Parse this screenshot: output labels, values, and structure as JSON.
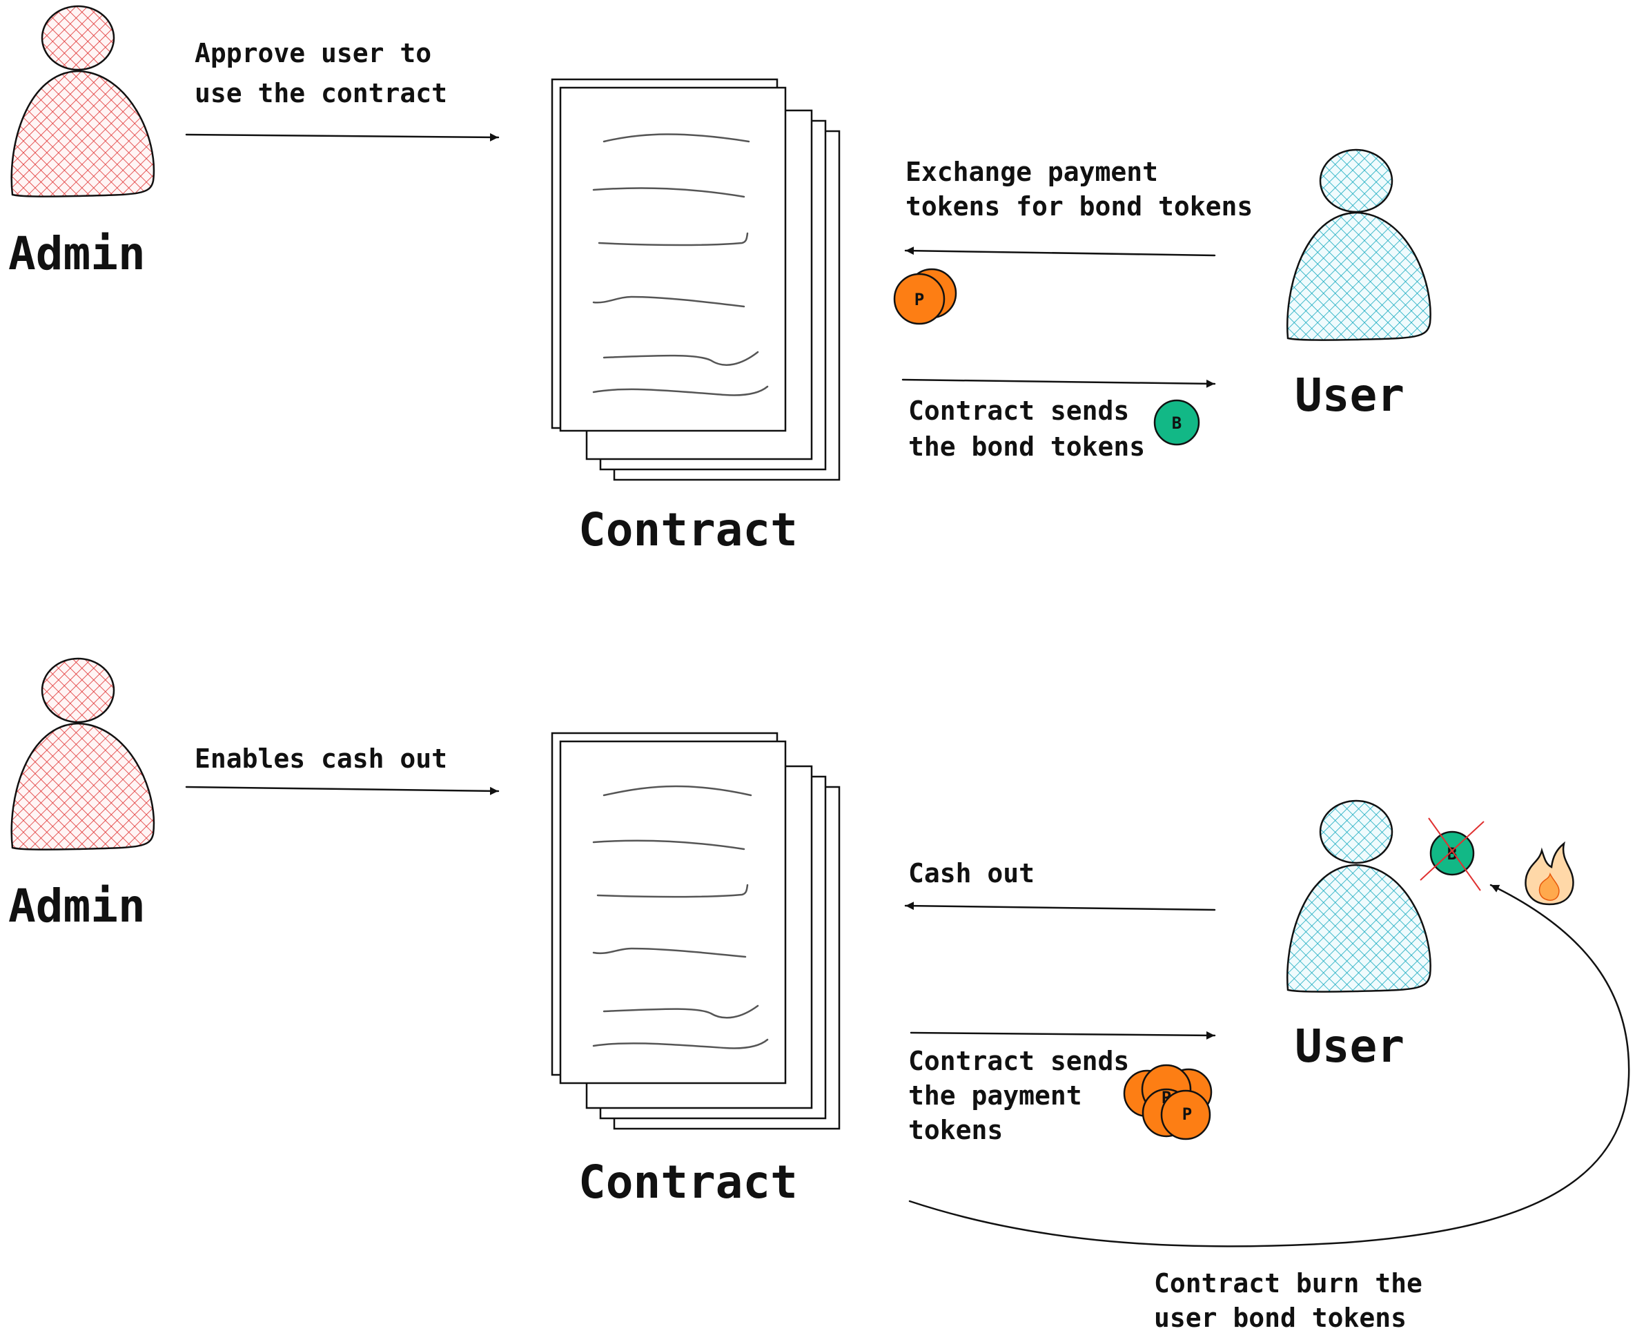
{
  "colors": {
    "admin": "#e03131",
    "user": "#15aabf",
    "payment_coin": "#fd7e14",
    "bond_coin": "#12b886",
    "burn_cross": "#e03131",
    "ink": "#111111"
  },
  "panel_top": {
    "admin": {
      "label": "Admin"
    },
    "admin_action": {
      "line1": "Approve user to",
      "line2": "use the contract"
    },
    "contract": {
      "label": "Contract"
    },
    "user": {
      "label": "User"
    },
    "exchange": {
      "line1": "Exchange payment",
      "line2": "tokens for bond tokens"
    },
    "sends": {
      "line1": "Contract sends",
      "line2": "the bond tokens"
    },
    "coin_payment": {
      "letter": "P"
    },
    "coin_bond": {
      "letter": "B"
    }
  },
  "panel_bottom": {
    "admin": {
      "label": "Admin"
    },
    "admin_action": {
      "line1": "Enables cash out"
    },
    "contract": {
      "label": "Contract"
    },
    "user": {
      "label": "User"
    },
    "cash_out": {
      "line1": "Cash out"
    },
    "sends": {
      "line1": "Contract sends",
      "line2": "the payment",
      "line3": "tokens"
    },
    "burn": {
      "line1": "Contract burn the",
      "line2": "user bond tokens"
    },
    "coin_payment": {
      "letter": "P"
    },
    "coin_bond": {
      "letter": "B"
    }
  },
  "icons": {
    "admin_person": "person-icon",
    "user_person": "person-icon",
    "contract": "document-stack-icon",
    "burn": "fire-icon",
    "payment_coin": "coin-icon",
    "bond_coin": "coin-icon"
  }
}
